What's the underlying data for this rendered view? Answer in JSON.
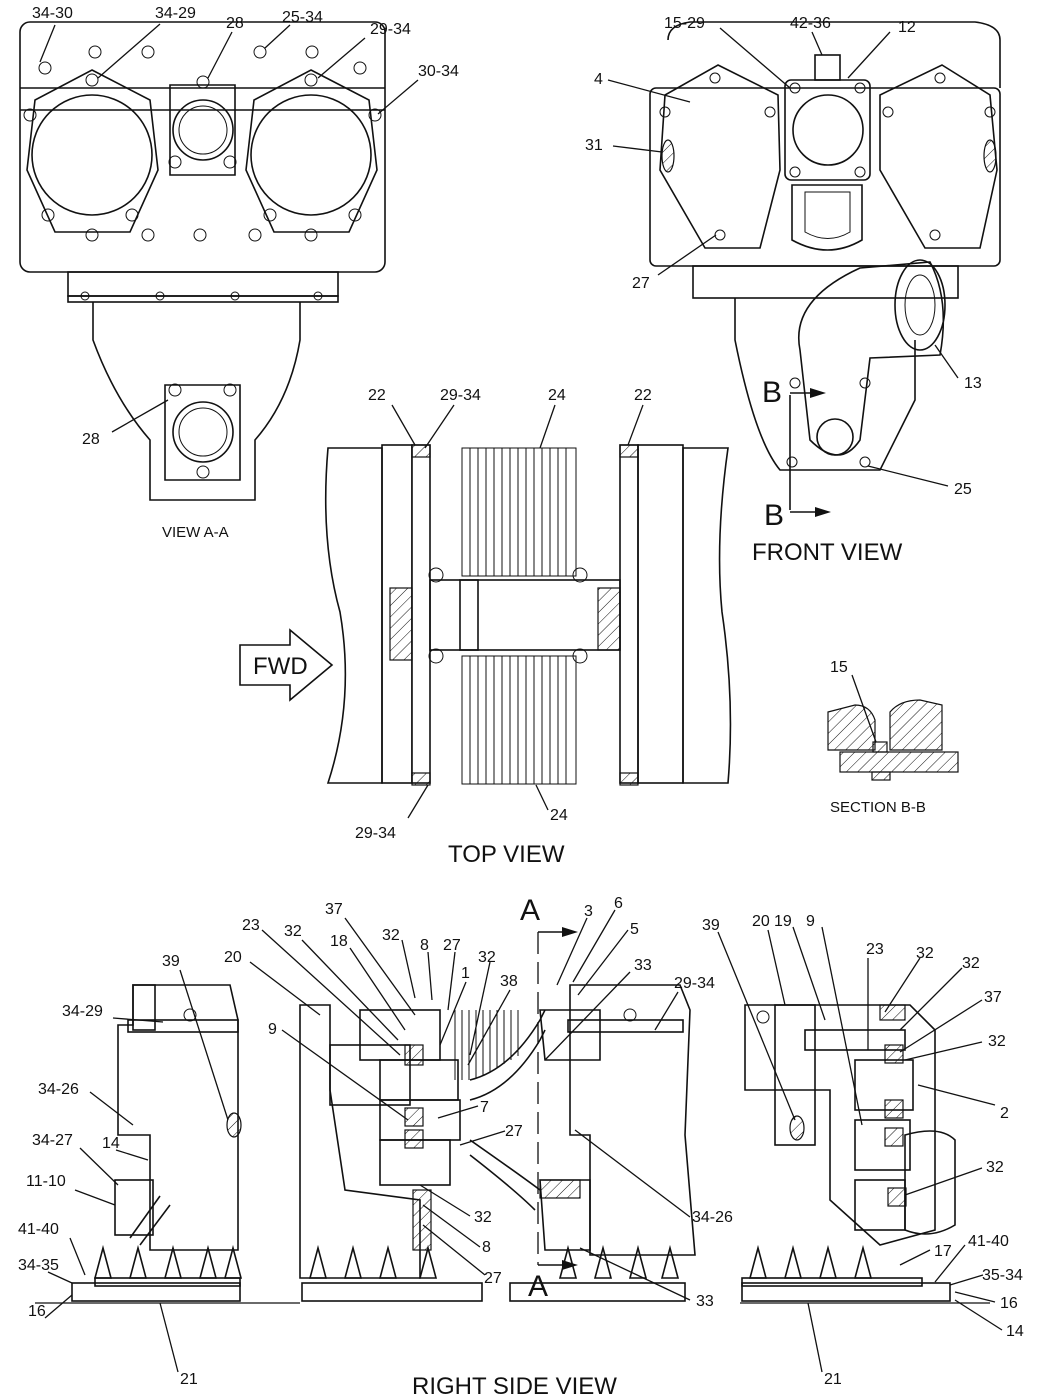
{
  "views": {
    "view_aa": "VIEW A-A",
    "front": "FRONT VIEW",
    "top": "TOP VIEW",
    "section_bb": "SECTION B-B",
    "right_side": "RIGHT SIDE VIEW"
  },
  "markers": {
    "fwd": "FWD",
    "b_upper": "B",
    "b_lower": "B",
    "a_upper": "A",
    "a_lower": "A"
  },
  "labels": {
    "aa": [
      "34-30",
      "34-29",
      "28",
      "25-34",
      "29-34",
      "30-34",
      "28"
    ],
    "front": [
      "15-29",
      "42-36",
      "12",
      "4",
      "31",
      "27",
      "13",
      "25"
    ],
    "top": [
      "22",
      "29-34",
      "24",
      "22",
      "29-34",
      "24"
    ],
    "section": [
      "15"
    ],
    "side_left": [
      "39",
      "20",
      "34-29",
      "34-26",
      "34-27",
      "14",
      "11-10",
      "41-40",
      "34-35",
      "16",
      "21"
    ],
    "side_mid": [
      "23",
      "32",
      "37",
      "18",
      "32",
      "8",
      "27",
      "1",
      "32",
      "38",
      "3",
      "6",
      "5",
      "33",
      "29-34",
      "9",
      "7",
      "27",
      "32",
      "8",
      "27",
      "34-26",
      "33"
    ],
    "side_right": [
      "39",
      "20",
      "19",
      "9",
      "23",
      "32",
      "32",
      "37",
      "32",
      "2",
      "32",
      "17",
      "41-40",
      "35-34",
      "16",
      "14",
      "21"
    ]
  }
}
